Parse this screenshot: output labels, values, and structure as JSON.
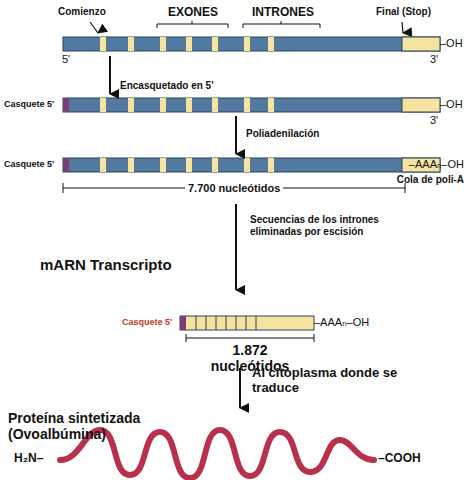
{
  "diagram": {
    "labels": [
      "Comienzo",
      "EXONES",
      "INTRONES",
      "Final (Stop)",
      "–OH",
      "5'",
      "3'",
      "Encasquetado en 5'",
      "Casquete 5'",
      "–OH",
      "3'",
      "Poliadenilación",
      "Casquete 5'",
      "–AAAₙ–OH",
      "Cola de poli-A",
      "7.700 nucleótidos",
      "Secuencias de los intrones eliminadas por escisión",
      "mARN Transcripto",
      "Casquete 5'",
      "–AAAₙ–OH",
      "1.872 nucleótidos",
      "Al citoplasma donde se traduce",
      "Proteína sintetizada (Ovoalbúmina)",
      "H₂N–",
      "–COOH"
    ]
  }
}
